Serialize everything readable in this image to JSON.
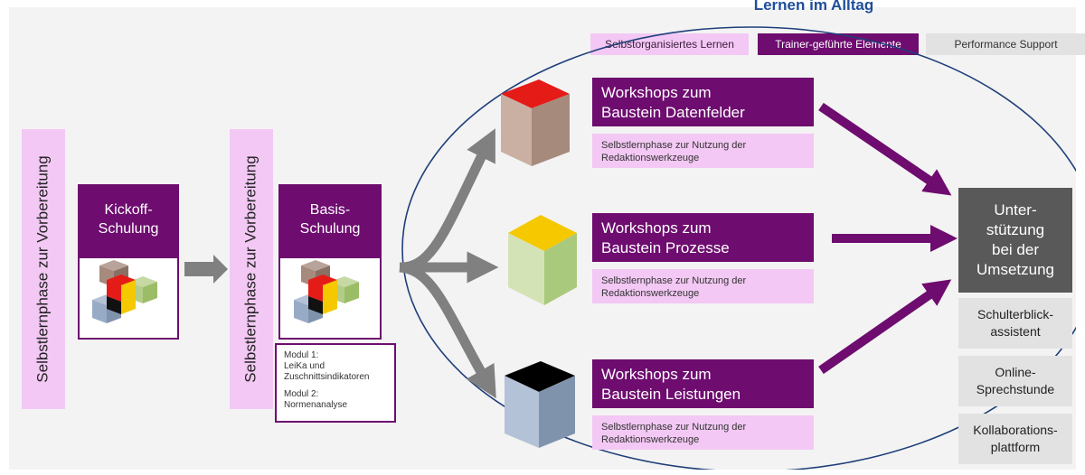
{
  "header": {
    "cut_title": "Lernen im Alltag"
  },
  "legend": {
    "self_learning": "Selbstorganisiertes Lernen",
    "trainer": "Trainer-geführte Elemente",
    "performance": "Performance Support"
  },
  "phase1": {
    "label": "Selbstlernphase zur Vorbereitung"
  },
  "kickoff": {
    "title_line1": "Kickoff-",
    "title_line2": "Schulung"
  },
  "phase2": {
    "label": "Selbstlernphase zur Vorbereitung"
  },
  "basis": {
    "title_line1": "Basis-",
    "title_line2": "Schulung",
    "modul1_line1": "Modul 1:",
    "modul1_line2": "LeiKa und",
    "modul1_line3": "Zuschnittsindikatoren",
    "modul2_line1": "Modul 2:",
    "modul2_line2": "Normenanalyse"
  },
  "workshops": [
    {
      "title_line1": "Workshops zum",
      "title_line2": "Baustein Datenfelder",
      "sub_line1": "Selbstlernphase zur Nutzung der",
      "sub_line2": "Redaktionswerkzeuge",
      "cube_top": "#e41b17",
      "cube_left": "#c9b0a3",
      "cube_right": "#a68a7c"
    },
    {
      "title_line1": "Workshops zum",
      "title_line2": "Baustein Prozesse",
      "sub_line1": "Selbstlernphase zur Nutzung der",
      "sub_line2": "Redaktionswerkzeuge",
      "cube_top": "#f5c800",
      "cube_left": "#d4e3b6",
      "cube_right": "#a9c97c"
    },
    {
      "title_line1": "Workshops zum",
      "title_line2": "Baustein Leistungen",
      "sub_line1": "Selbstlernphase zur Nutzung der",
      "sub_line2": "Redaktionswerkzeuge",
      "cube_top": "#000000",
      "cube_left": "#b3c2d6",
      "cube_right": "#8093ad"
    }
  ],
  "support": {
    "main_line1": "Unter-",
    "main_line2": "stützung",
    "main_line3": "bei der",
    "main_line4": "Umsetzung",
    "item1_line1": "Schulterblick-",
    "item1_line2": "assistent",
    "item2_line1": "Online-",
    "item2_line2": "Sprechstunde",
    "item3_line1": "Kollaborations-",
    "item3_line2": "plattform"
  },
  "colors": {
    "purple": "#6e0c6f",
    "pink": "#f3c8f4",
    "grey": "#595959",
    "light_grey": "#e2e2e2",
    "arrow_grey": "#808080",
    "ellipse": "#1f3f7a"
  }
}
